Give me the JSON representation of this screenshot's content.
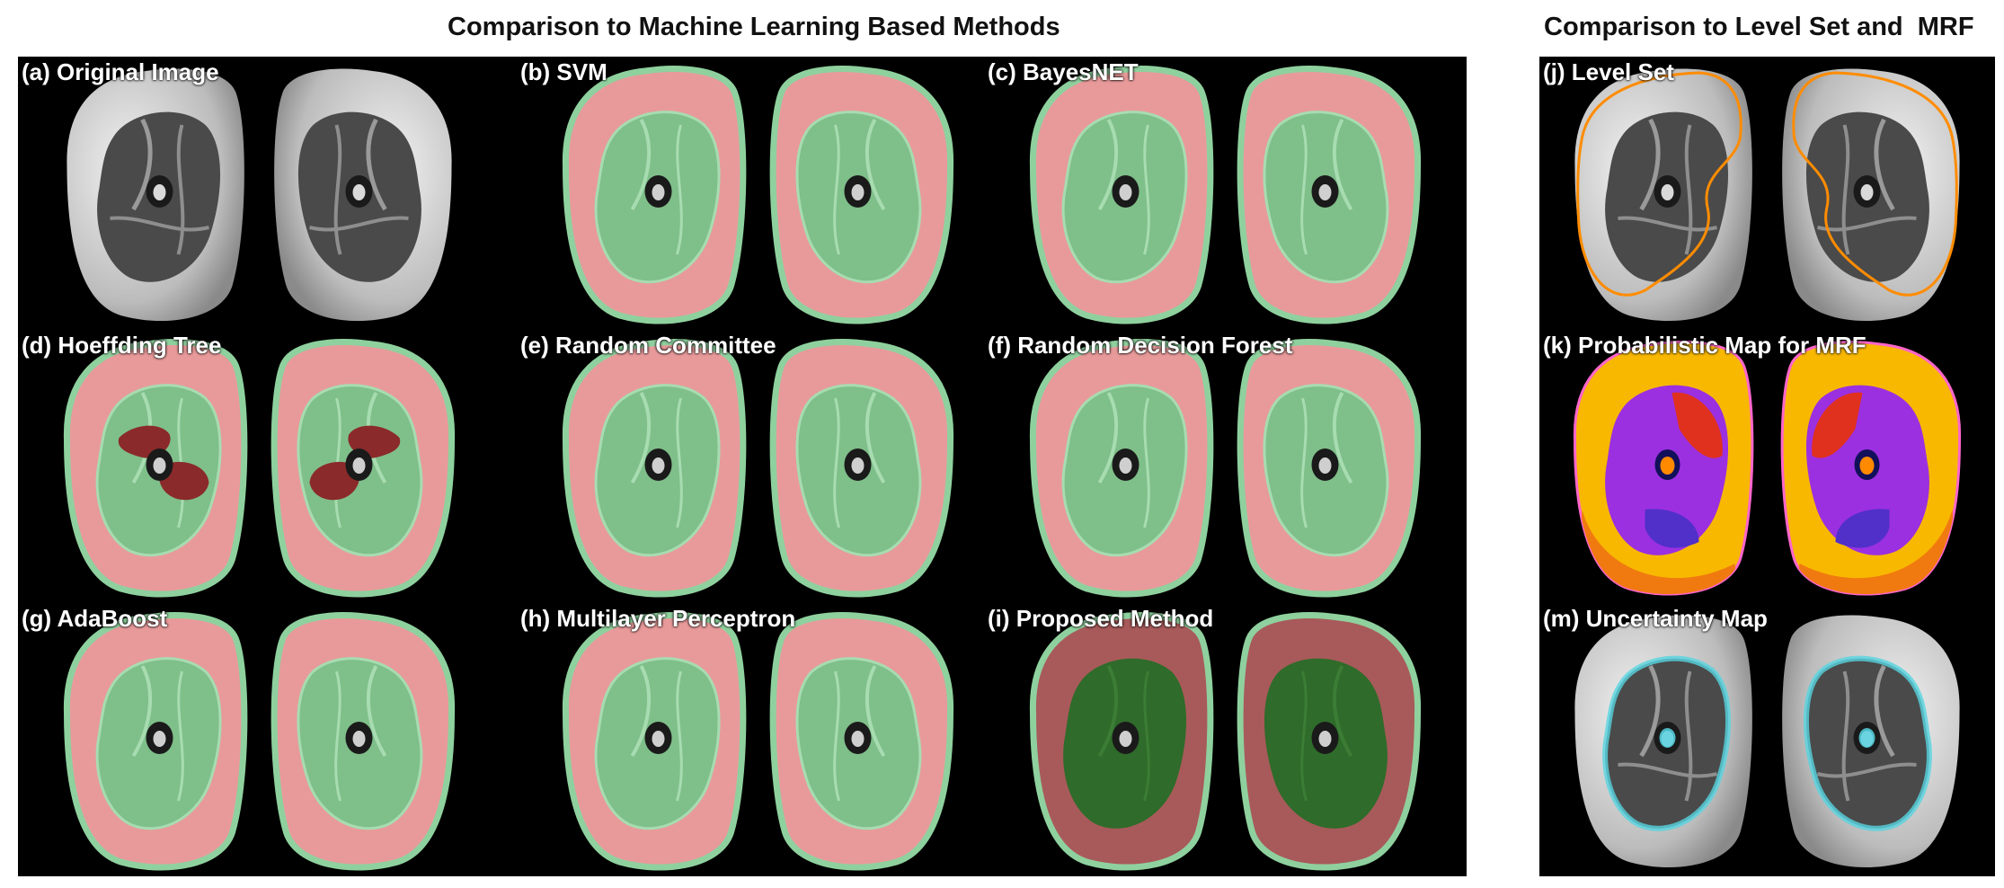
{
  "headings": {
    "left": "Comparison to Machine Learning Based Methods",
    "right": "Comparison to Level Set and  MRF"
  },
  "panels": [
    {
      "id": "a",
      "label": "(a) Original Image",
      "style": "original"
    },
    {
      "id": "b",
      "label": "(b) SVM",
      "style": "seg"
    },
    {
      "id": "c",
      "label": "(c) BayesNET",
      "style": "seg"
    },
    {
      "id": "d",
      "label": "(d) Hoeffding Tree",
      "style": "seg-errors"
    },
    {
      "id": "e",
      "label": "(e) Random Committee",
      "style": "seg"
    },
    {
      "id": "f",
      "label": "(f) Random Decision Forest",
      "style": "seg"
    },
    {
      "id": "g",
      "label": "(g) AdaBoost",
      "style": "seg"
    },
    {
      "id": "h",
      "label": "(h) Multilayer Perceptron",
      "style": "seg"
    },
    {
      "id": "i",
      "label": "(i) Proposed Method",
      "style": "seg-dark"
    },
    {
      "id": "j",
      "label": "(j) Level Set",
      "style": "levelset"
    },
    {
      "id": "k",
      "label": "(k) Probabilistic Map for MRF",
      "style": "probmap"
    },
    {
      "id": "m",
      "label": "(m) Uncertainty Map",
      "style": "uncertainty"
    }
  ],
  "colors": {
    "background": "#000000",
    "fat": "#e89a9a",
    "muscle": "#7fbf8a",
    "boundary": "#8fd19e",
    "error": "#8b2a2a",
    "contour": "#ff8c00",
    "uncertainty": "#56d4e0"
  }
}
